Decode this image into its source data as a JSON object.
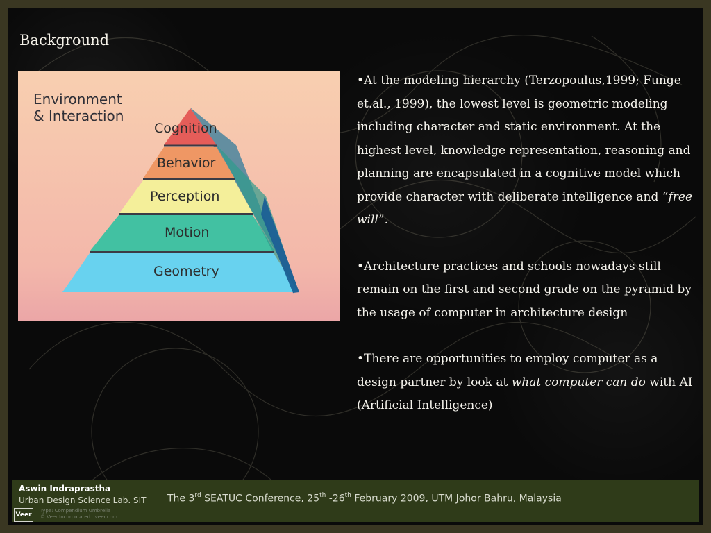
{
  "slide": {
    "title": "Background"
  },
  "figure": {
    "label": "Environment\n& Interaction",
    "levels": {
      "cognition": "Cognition",
      "behavior": "Behavior",
      "perception": "Perception",
      "motion": "Motion",
      "geometry": "Geometry"
    }
  },
  "content": {
    "bullet1": {
      "prefix": "•At the modeling hierarchy (Terzopoulus,1999; Funge et.al., 1999), the lowest level is geometric modeling including character and static environment. At the highest level, knowledge representation, reasoning and planning are encapsulated in a cognitive model which provide character with deliberate intelligence and “",
      "italic": "free will",
      "suffix": "”."
    },
    "bullet2": "•Architecture practices and schools nowadays still remain on the first and second grade on the pyramid by the usage of computer in architecture design",
    "bullet3": {
      "prefix": "•There are opportunities to employ computer as a design partner by look at ",
      "italic": "what computer can do",
      "suffix": " with AI (Artificial Intelligence)"
    }
  },
  "footer": {
    "author": "Aswin Indraprastha",
    "lab": "Urban Design Science Lab. SIT",
    "conference": {
      "p1": "The 3",
      "sup1": "rd",
      "p2": " SEATUC Conference, 25",
      "sup2": "th",
      "p3": " -26",
      "sup3": "th",
      "p4": "  February 2009, UTM Johor Bahru, Malaysia"
    },
    "logo": "Veer",
    "credit": "Type: Compendium Umbrella\n© Veer Incorporated   veer.com"
  },
  "colors": {
    "frame": "#3a3722",
    "background": "#0a0a0a",
    "footer": "#2f3b19",
    "rule": "#8b2b2b"
  }
}
